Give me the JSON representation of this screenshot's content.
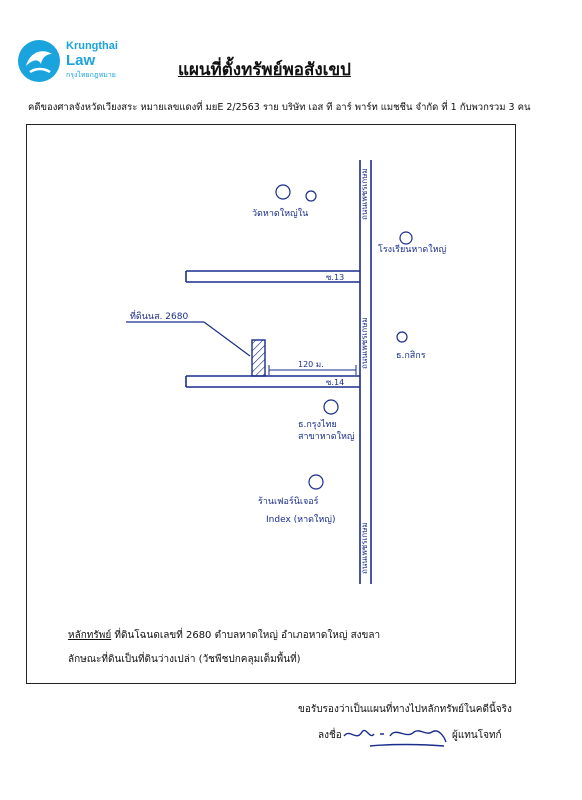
{
  "header": {
    "logo_line1": "Krungthai",
    "logo_line2": "Law",
    "logo_line3": "กรุงไทยกฎหมาย",
    "title": "แผนที่ตั้งทรัพย์พอสังเขป"
  },
  "case_line": "คดีของศาลจังหวัดเวียงสระ  หมายเลขแดงที่ มยE 2/2563 ราย บริษัท เอส ที อาร์ พาร์ท แมชชีน จำกัด ที่ 1 กับพวกรวม 3 คน",
  "map": {
    "lot_label": "ที่ดินนส. 2680",
    "distance_label": "120 ม.",
    "soi_upper": "ซ.13",
    "soi_lower": "ซ.14",
    "road_upper": "ถนนเพชรเกษม",
    "road_lower": "ถนนเพชรเกษม",
    "landmarks": {
      "temple": "วัดหาดใหญ่ใน",
      "school": "โรงเรียนหาดใหญ่",
      "bank": "ธ.กสิกร",
      "bank2": "ธ.กรุงไทย",
      "branch": "สาขาหาดใหญ่",
      "store_line1": "ร้านเฟอร์นิเจอร์",
      "store_line2": "Index (หาดใหญ่)"
    }
  },
  "property": {
    "label": "หลักทรัพย์",
    "text": " ที่ดินโฉนดเลขที่  2680  ตำบลหาดใหญ่  อำเภอหาดใหญ่ สงขลา",
    "characteristics": "ลักษณะที่ดินเป็นที่ดินว่างเปล่า (วัชพืชปกคลุมเต็มพื้นที่)"
  },
  "footer": {
    "certify": "ขอรับรองว่าเป็นแผนที่ทางไปหลักทรัพย์ในคดีนี้จริง",
    "sign_label": "ลงชื่อ",
    "role": "ผู้แทนโจทก์"
  },
  "colors": {
    "brand": "#1aa3dc",
    "ink": "#1a2d8c",
    "lines": "#1a2d8c"
  }
}
